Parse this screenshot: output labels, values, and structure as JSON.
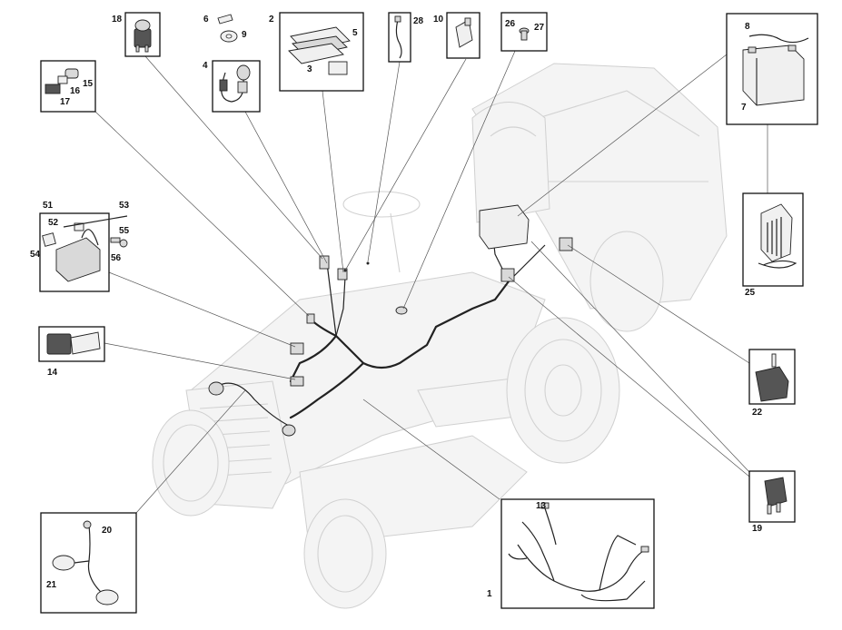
{
  "callouts": {
    "c1": "1",
    "c2": "2",
    "c3": "3",
    "c4": "4",
    "c5": "5",
    "c6": "6",
    "c7": "7",
    "c8": "8",
    "c9": "9",
    "c10": "10",
    "c13": "13",
    "c14": "14",
    "c15": "15",
    "c16": "16",
    "c17": "17",
    "c18": "18",
    "c19": "19",
    "c20": "20",
    "c21": "21",
    "c22": "22",
    "c25": "25",
    "c26": "26",
    "c27": "27",
    "c28": "28",
    "c51": "51",
    "c52": "52",
    "c53": "53",
    "c54": "54",
    "c55": "55",
    "c56": "56"
  },
  "colors": {
    "line": "#111111",
    "ghost": "#d2d2d2"
  }
}
